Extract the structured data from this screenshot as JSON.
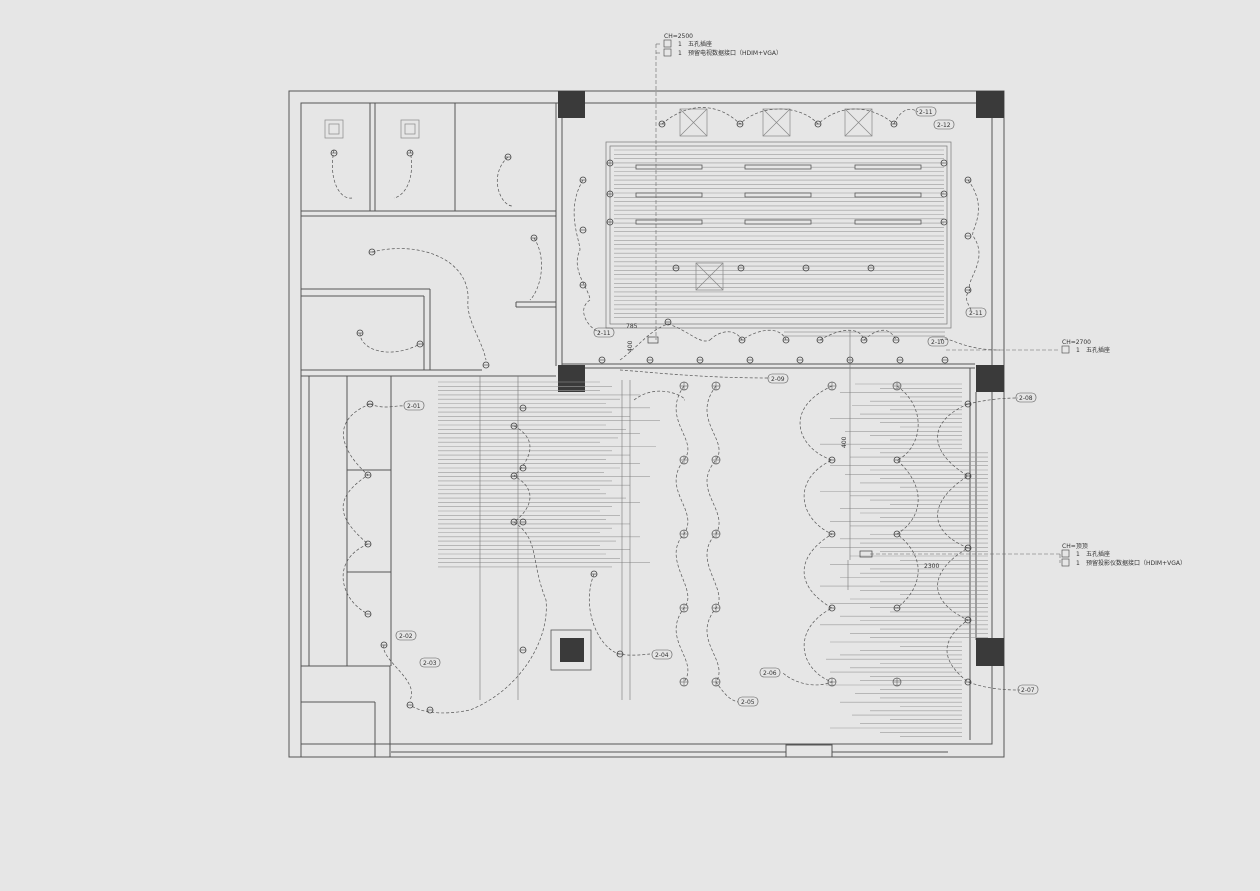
{
  "callouts": {
    "top": {
      "height": "CH=2500",
      "qty1": "1",
      "qty2": "1",
      "line1": "五孔插座",
      "line2": "预留电视数据接口（HDIM+VGA）"
    },
    "right_mid": {
      "height": "CH=2700",
      "qty1": "1",
      "line1": "五孔插座"
    },
    "right_low": {
      "height": "CH=顶顶",
      "qty1": "1",
      "qty2": "1",
      "line1": "五孔插座",
      "line2": "预留投影仪数据接口（HDIM+VGA）"
    }
  },
  "circuits": [
    "2-01",
    "2-02",
    "2-03",
    "2-04",
    "2-05",
    "2-06",
    "2-07",
    "2-08",
    "2-09",
    "2-10",
    "2-11",
    "2-11",
    "2-12"
  ],
  "dimensions": [
    "785",
    "400",
    "400",
    "2300"
  ],
  "colors": {
    "background": "#e6e6e6",
    "line": "#555555",
    "column": "#3a3a3a"
  }
}
